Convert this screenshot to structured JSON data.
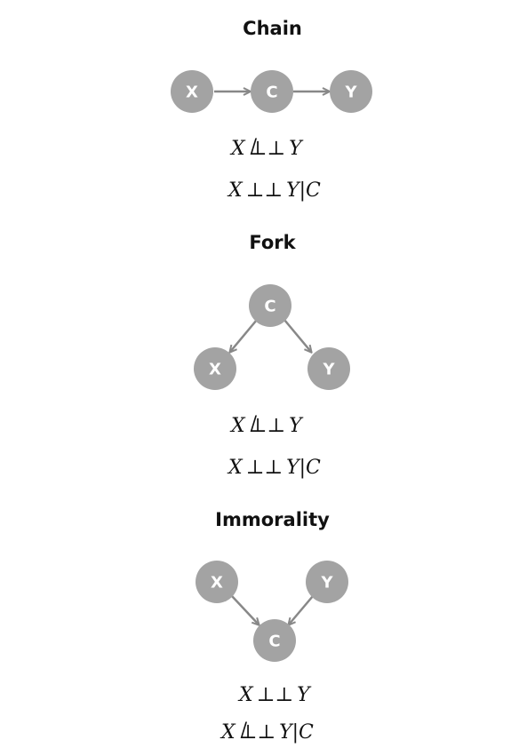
{
  "sections": [
    {
      "title": "Chain",
      "nodes": {
        "x": "X",
        "c": "C",
        "y": "Y"
      },
      "formula_1": {
        "left": "X",
        "op": "⊥⊥",
        "right": "Y",
        "given": "",
        "negated": true
      },
      "formula_2": {
        "left": "X",
        "op": "⊥⊥",
        "right": "Y",
        "given": "C",
        "negated": false
      }
    },
    {
      "title": "Fork",
      "nodes": {
        "x": "X",
        "c": "C",
        "y": "Y"
      },
      "formula_1": {
        "left": "X",
        "op": "⊥⊥",
        "right": "Y",
        "given": "",
        "negated": true
      },
      "formula_2": {
        "left": "X",
        "op": "⊥⊥",
        "right": "Y",
        "given": "C",
        "negated": false
      }
    },
    {
      "title": "Immorality",
      "nodes": {
        "x": "X",
        "c": "C",
        "y": "Y"
      },
      "formula_1": {
        "left": "X",
        "op": "⊥⊥",
        "right": "Y",
        "given": "",
        "negated": false
      },
      "formula_2": {
        "left": "X",
        "op": "⊥⊥",
        "right": "Y",
        "given": "C",
        "negated": true
      }
    }
  ],
  "colors": {
    "node_fill": "#a3a3a3",
    "node_text": "#ffffff",
    "edge": "#888888",
    "text": "#111111"
  },
  "slash_glyph": "/",
  "given_bar": "|"
}
